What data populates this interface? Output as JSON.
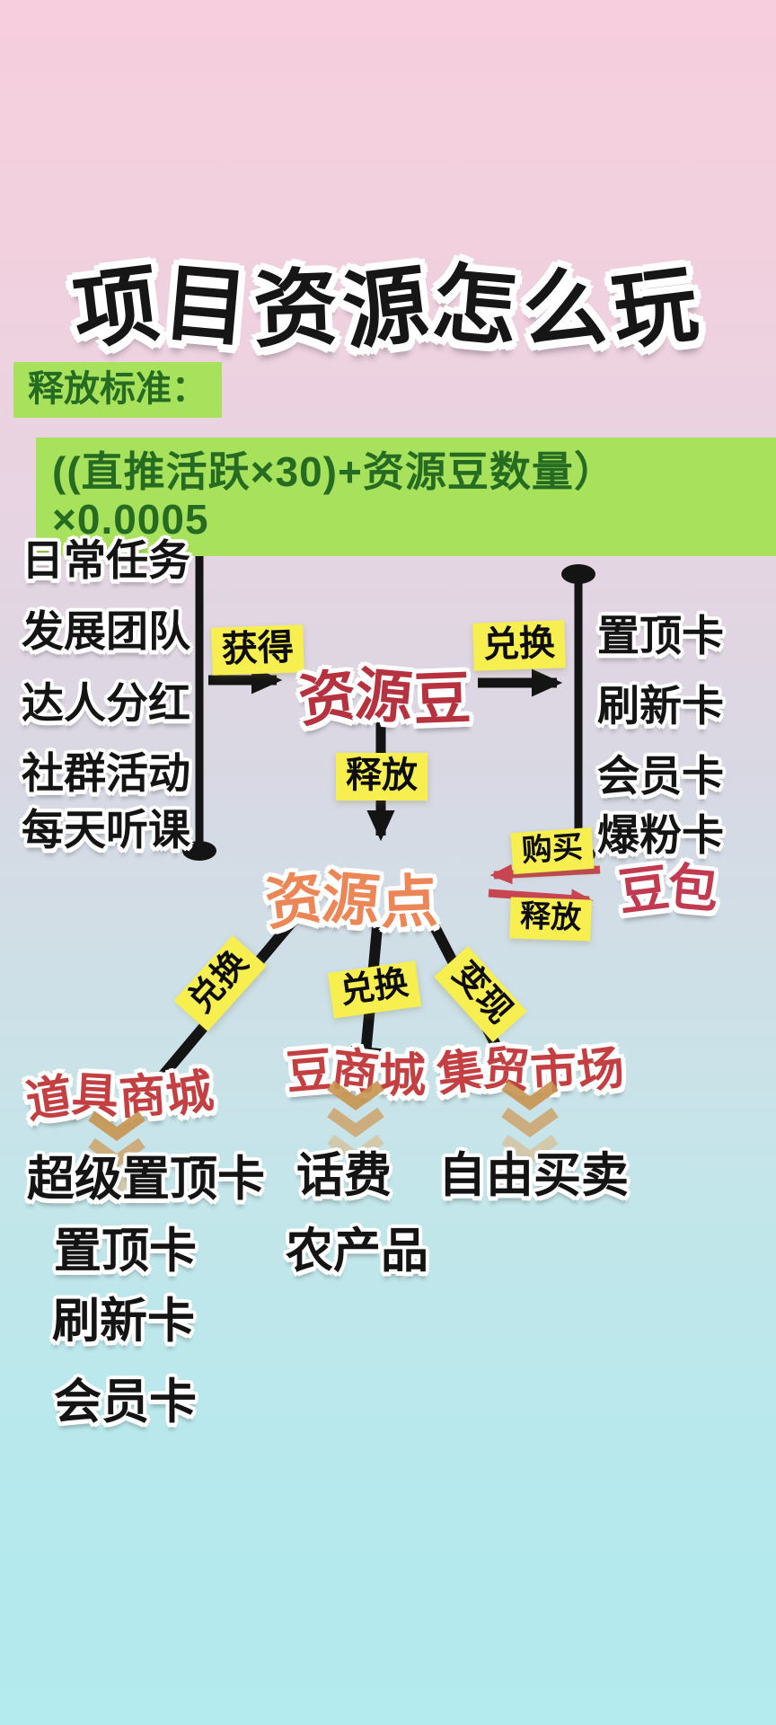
{
  "title": "项目资源怎么玩",
  "standard": {
    "label": "释放标准：",
    "formula": "((直推活跃×30)+资源豆数量） ×0.0005"
  },
  "sources": [
    "日常任务",
    "发展团队",
    "达人分红",
    "社群活动",
    "每天听课"
  ],
  "bean": {
    "name": "资源豆",
    "obtain_label": "获得",
    "exchange_label": "兑换",
    "release_label": "释放"
  },
  "cards": [
    "置顶卡",
    "刷新卡",
    "会员卡",
    "爆粉卡"
  ],
  "point": {
    "name": "资源点",
    "doubao": "豆包",
    "buy_label": "购买",
    "release_label": "释放"
  },
  "branches": [
    {
      "label": "兑换",
      "target": "道具商城",
      "items": [
        "超级置顶卡",
        "置顶卡",
        "刷新卡",
        "会员卡"
      ]
    },
    {
      "label": "兑换",
      "target": "豆商城",
      "items": [
        "话费",
        "农产品"
      ]
    },
    {
      "label": "变现",
      "target": "集贸市场",
      "items": [
        "自由买卖"
      ]
    }
  ],
  "colors": {
    "yellow_tag": "#f7ef50",
    "green_box": "#a8e25c",
    "green_text": "#266b22",
    "bean_red": "#b6323e",
    "point_orange": "#ec8656",
    "doubao_red": "#c23a50",
    "header_red": "#c43f42",
    "arrow_black": "#141414",
    "exchange_red": "#c84652",
    "chevron_orange": "#dc9c5e",
    "bg_top_pink": "#f6cede",
    "bg_bottom_cyan": "#b3ebee"
  }
}
